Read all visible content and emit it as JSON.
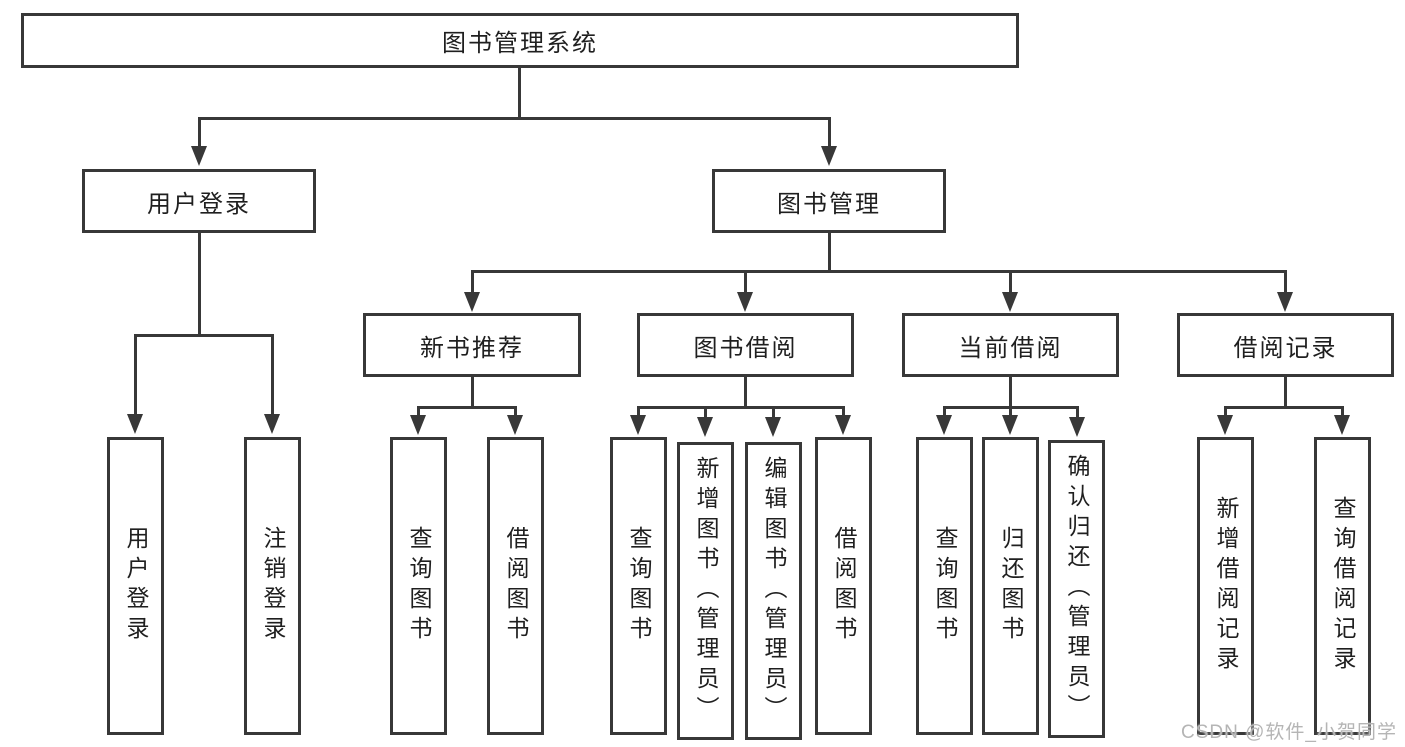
{
  "diagram": {
    "root": "图书管理系统",
    "branches": [
      {
        "label": "用户登录",
        "children": [
          "用户登录",
          "注销登录"
        ]
      },
      {
        "label": "图书管理",
        "children": [
          {
            "label": "新书推荐",
            "children": [
              "查询图书",
              "借阅图书"
            ]
          },
          {
            "label": "图书借阅",
            "children": [
              "查询图书",
              "新增图书（管理员）",
              "编辑图书（管理员）",
              "借阅图书"
            ]
          },
          {
            "label": "当前借阅",
            "children": [
              "查询图书",
              "归还图书",
              "确认归还（管理员）"
            ]
          },
          {
            "label": "借阅记录",
            "children": [
              "新增借阅记录",
              "查询借阅记录"
            ]
          }
        ]
      }
    ]
  },
  "watermark": {
    "text": "CSDN @软件_小贺同学"
  }
}
